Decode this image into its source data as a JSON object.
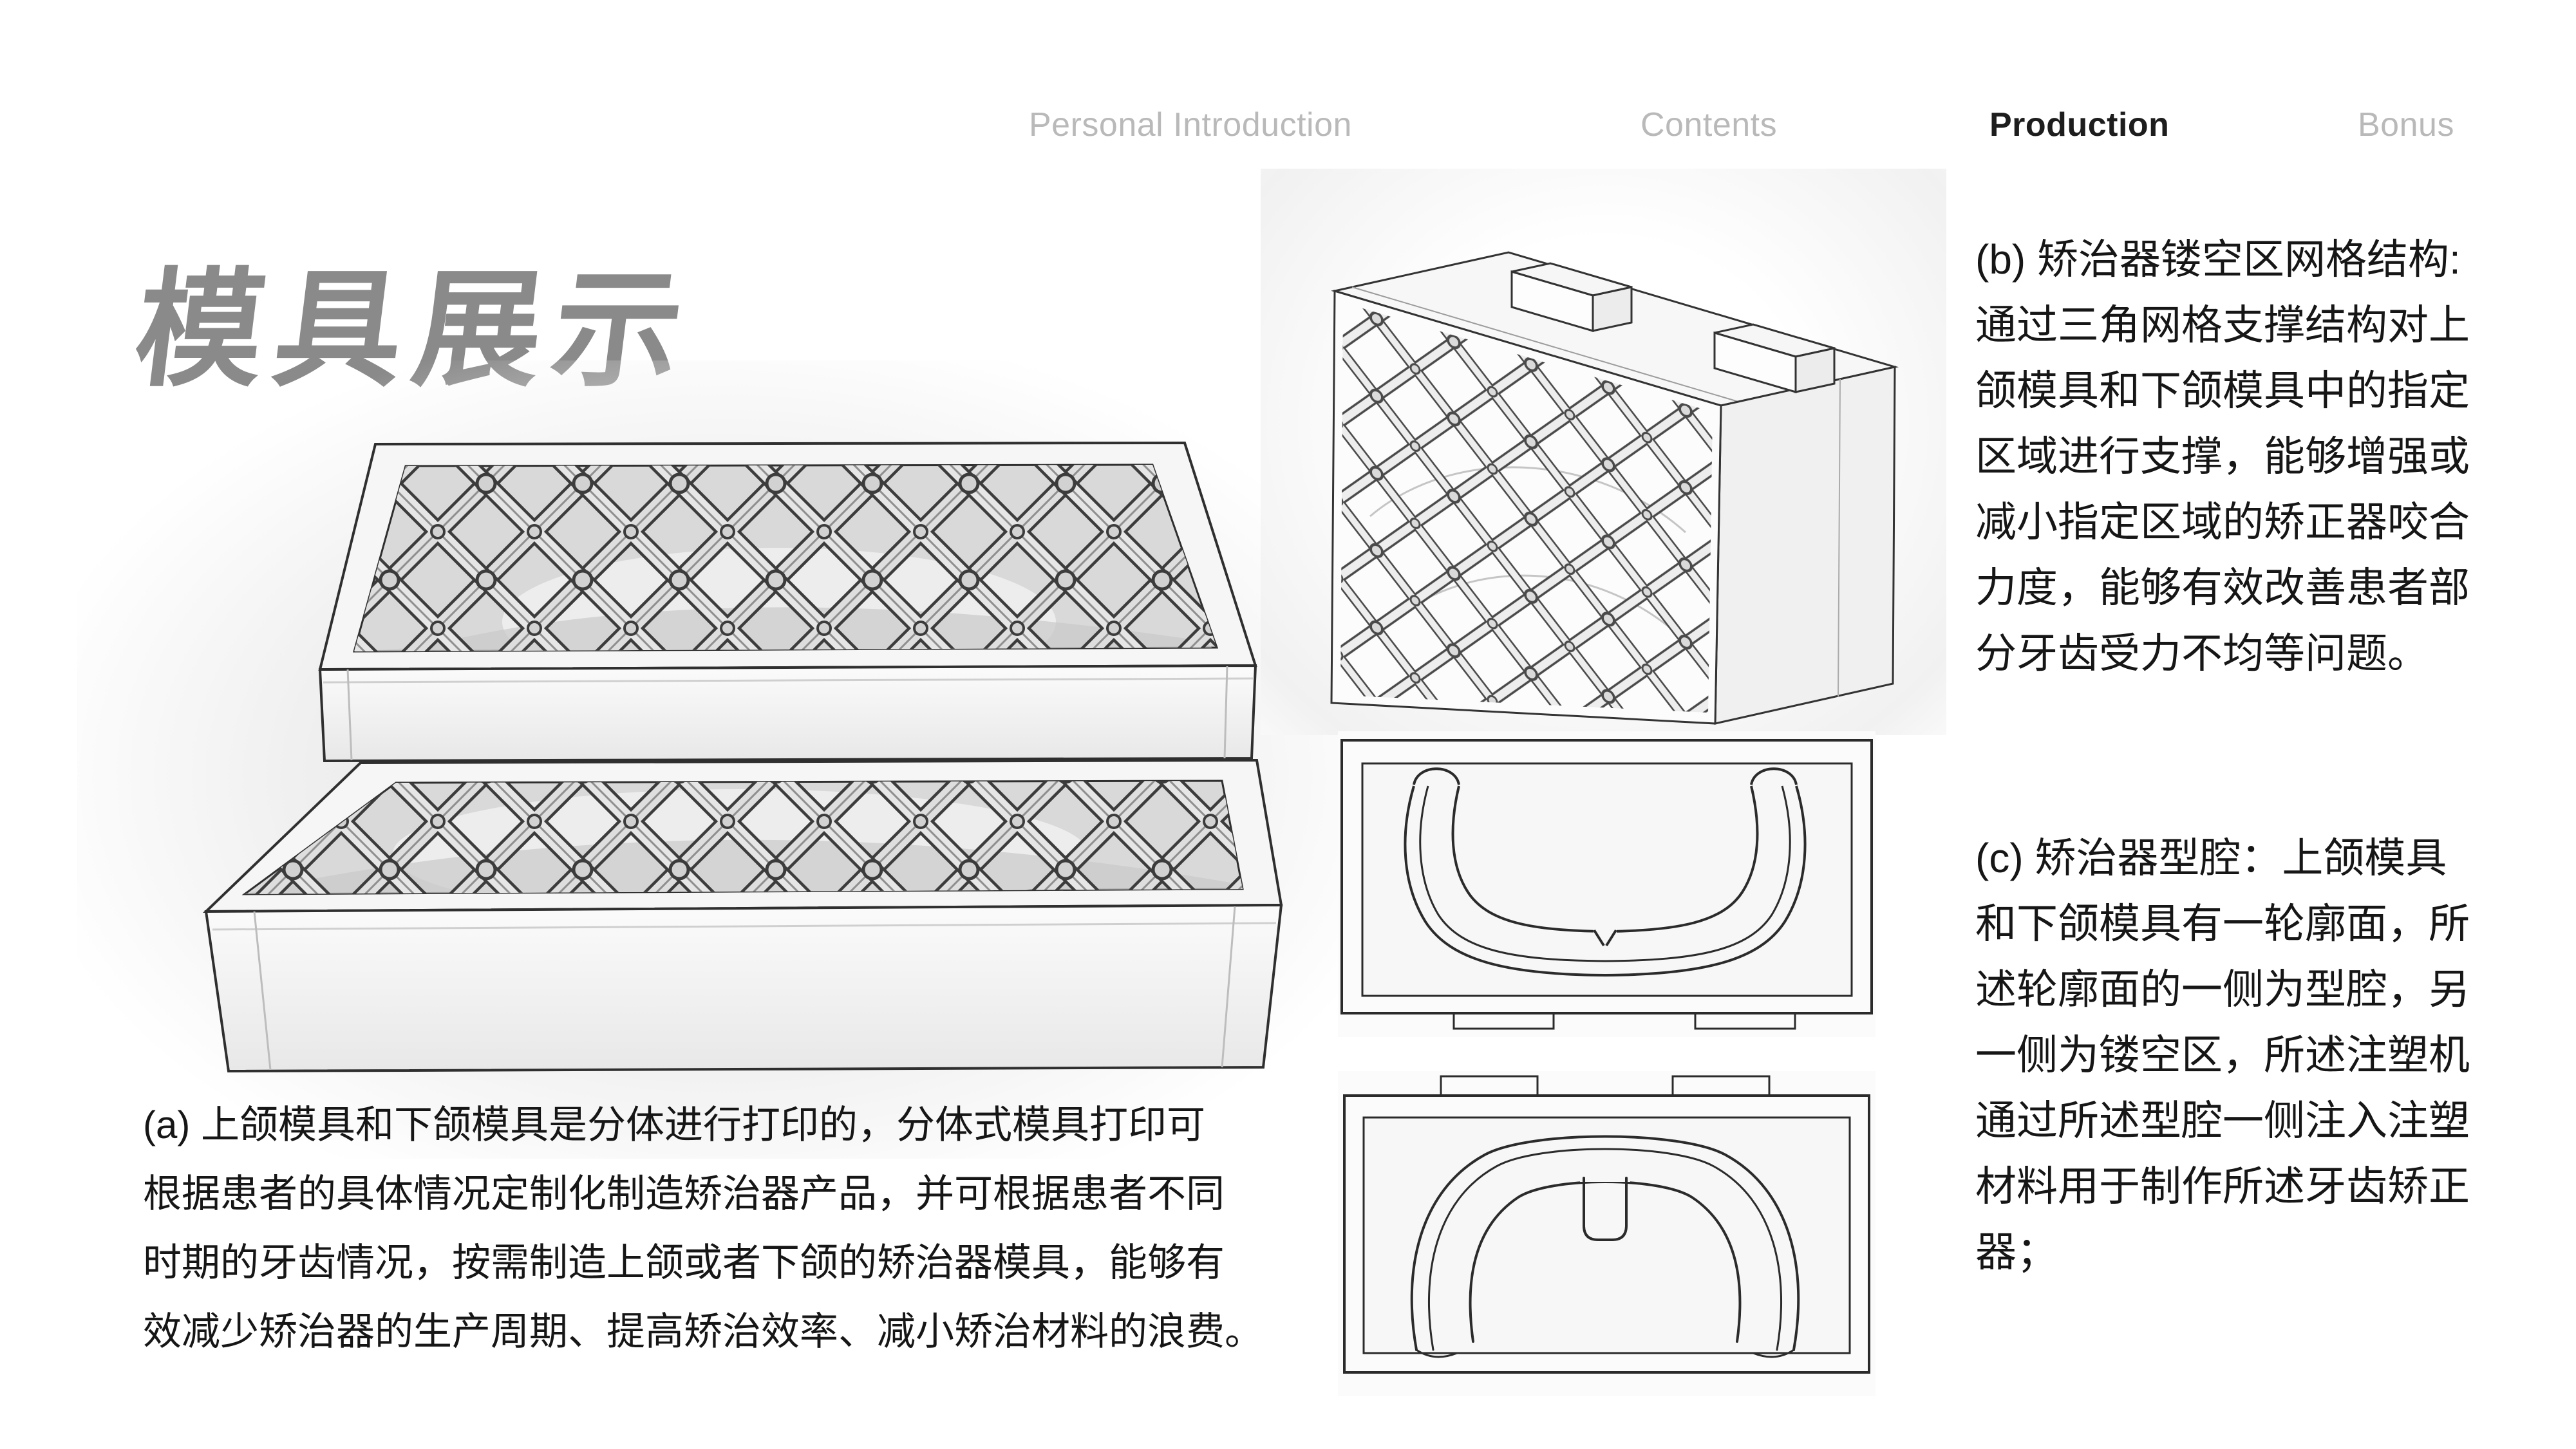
{
  "nav": {
    "items": [
      {
        "label": "Personal Introduction",
        "active": false
      },
      {
        "label": "Contents",
        "active": false
      },
      {
        "label": "Production",
        "active": true
      },
      {
        "label": "Bonus",
        "active": false
      }
    ]
  },
  "title": {
    "text": "模具展示"
  },
  "paragraphs": {
    "a": {
      "lines": [
        "(a) 上颌模具和下颌模具是分体进行打印的，分体式模具打印可",
        "根据患者的具体情况定制化制造矫治器产品，并可根据患者不同",
        "时期的牙齿情况，按需制造上颌或者下颌的矫治器模具，能够有",
        "效减少矫治器的生产周期、提高矫治效率、减小矫治材料的浪费。"
      ]
    },
    "b": {
      "lines": [
        "(b) 矫治器镂空区网格结构:",
        "通过三角网格支撑结构对上",
        "颌模具和下颌模具中的指定",
        "区域进行支撑，能够增强或",
        "减小指定区域的矫正器咬合",
        "力度，能够有效改善患者部",
        "分牙齿受力不均等问题。"
      ]
    },
    "c": {
      "lines": [
        "(c) 矫治器型腔：上颌模具",
        "和下颌模具有一轮廓面，所",
        "述轮廓面的一侧为型腔，另",
        "一侧为镂空区，所述注塑机",
        "通过所述型腔一侧注入注塑",
        "材料用于制作所述牙齿矫正",
        "器；"
      ]
    }
  },
  "colors": {
    "title": "#8a8a8a",
    "navInactive": "#b9b9b9",
    "navActive": "#1d1d1d",
    "ink": "#161616",
    "line": "#2e2e2e"
  }
}
